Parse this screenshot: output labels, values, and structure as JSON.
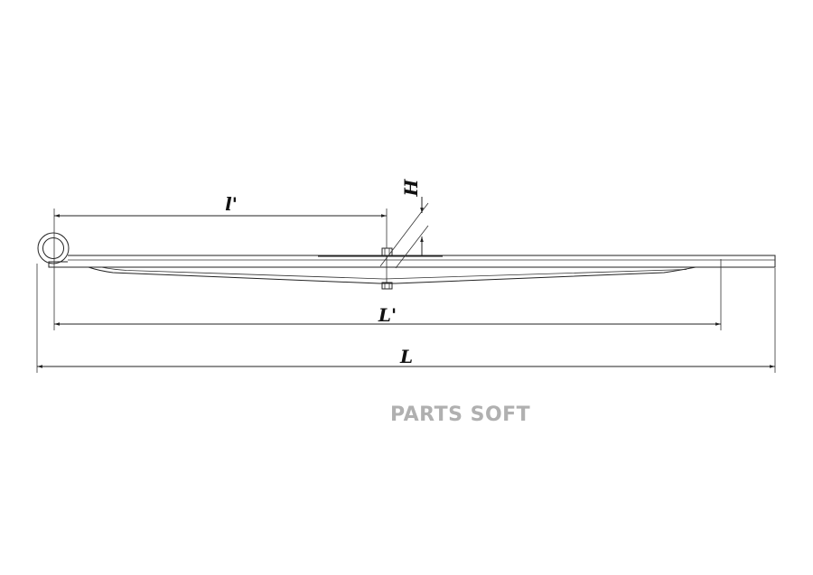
{
  "dimensions": {
    "half_length": "l'",
    "height": "H",
    "working_length": "L'",
    "total_length": "L"
  },
  "watermark": "PARTS SOFT"
}
